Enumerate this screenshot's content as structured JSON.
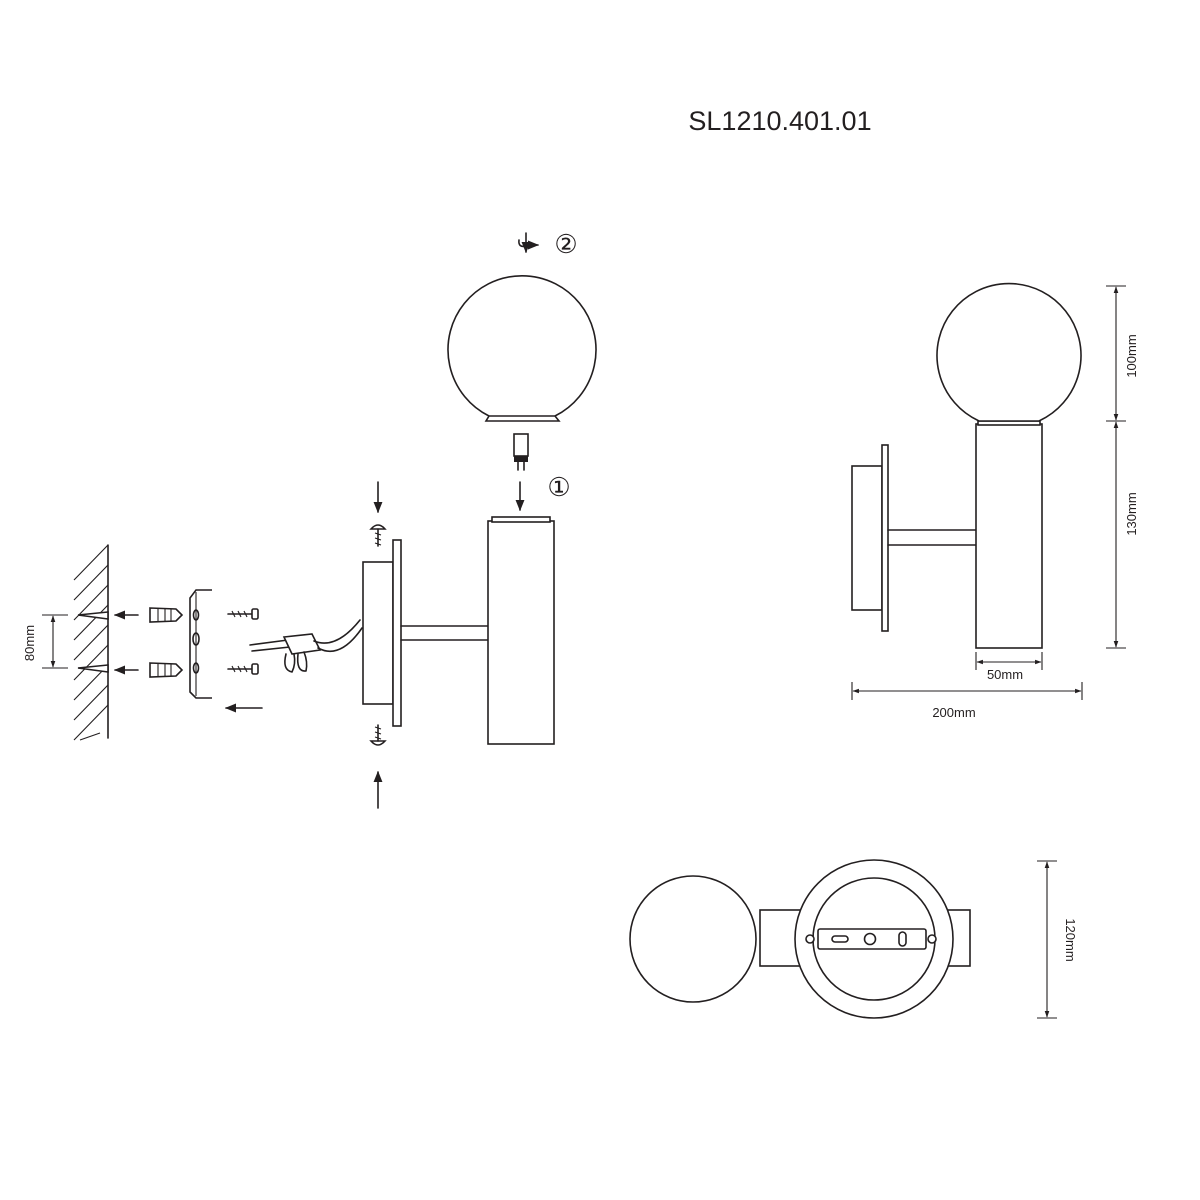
{
  "model_code": "SL1210.401.01",
  "steps": {
    "step_1": "①",
    "step_2": "②"
  },
  "dimensions": {
    "mount_spacing": "80mm",
    "globe_height": "100mm",
    "body_height": "130mm",
    "body_width": "50mm",
    "total_depth": "200mm",
    "plate_diameter": "120mm"
  },
  "colors": {
    "line": "#231f20",
    "background": "#ffffff"
  }
}
